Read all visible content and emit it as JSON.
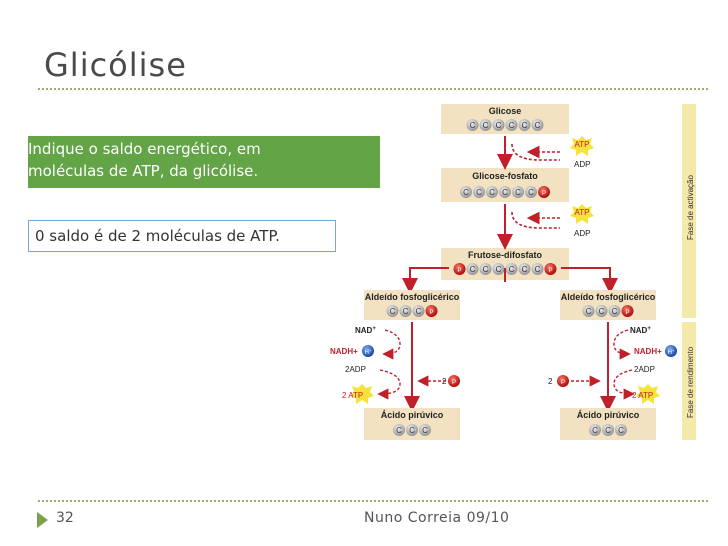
{
  "slide": {
    "title": "Glicólise",
    "question_lines": [
      "Indique o saldo energético, em",
      "moléculas de ATP, da glicólise."
    ],
    "answer": "0 saldo é de 2 moléculas de ATP.",
    "page_number": "32",
    "author": "Nuno Correia 09/10"
  },
  "diagram": {
    "glucose": "Glicose",
    "glucose_phosphate": "Glicose-fosfato",
    "fructose_diphosphate": "Frutose-difosfato",
    "aldehyde": "Aldeído fosfoglicérico",
    "pyruvic": "Ácido pirúvico",
    "c": "C",
    "p": "P",
    "atp": "ATP",
    "adp": "ADP",
    "nad": "NAD",
    "nadh": "NADH",
    "h": "H",
    "plus": "+",
    "two": "2",
    "two_adp": "2ADP",
    "two_atp": "2 ATP",
    "phase_activation": "Fase de activação",
    "phase_yield": "Fase de rendimento",
    "colors": {
      "panel": "#f3e2c2",
      "c_ball": "#c7c7c7",
      "p_ball": "#d32020",
      "h_ball": "#2a5fb0",
      "arrow": "#c0202a",
      "star": "#f5e23a",
      "text_red": "#c0202a",
      "sidebar": "#f4e9a8"
    }
  }
}
